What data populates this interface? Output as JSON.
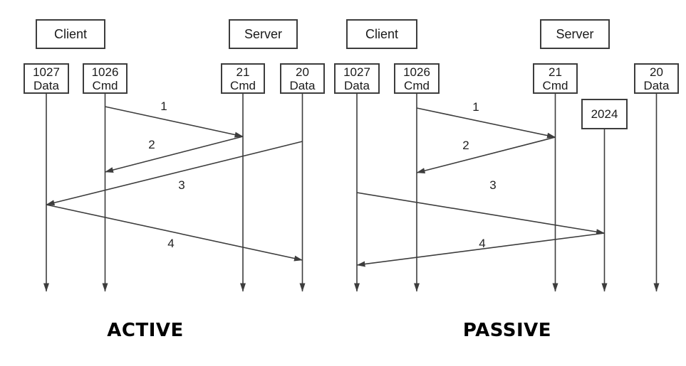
{
  "active": {
    "caption": "ACTIVE",
    "client_label": "Client",
    "server_label": "Server",
    "ports": {
      "client_data": {
        "number": "1027",
        "role": "Data"
      },
      "client_cmd": {
        "number": "1026",
        "role": "Cmd"
      },
      "server_cmd": {
        "number": "21",
        "role": "Cmd"
      },
      "server_data": {
        "number": "20",
        "role": "Data"
      }
    },
    "messages": {
      "m1": "1",
      "m2": "2",
      "m3": "3",
      "m4": "4"
    }
  },
  "passive": {
    "caption": "PASSIVE",
    "client_label": "Client",
    "server_label": "Server",
    "ports": {
      "client_data": {
        "number": "1027",
        "role": "Data"
      },
      "client_cmd": {
        "number": "1026",
        "role": "Cmd"
      },
      "server_cmd": {
        "number": "21",
        "role": "Cmd"
      },
      "server_data": {
        "number": "20",
        "role": "Data"
      },
      "passive_port": {
        "number": "2024"
      }
    },
    "messages": {
      "m1": "1",
      "m2": "2",
      "m3": "3",
      "m4": "4"
    }
  },
  "colors": {
    "line": "#3d3d3d",
    "text": "#1a1a1a",
    "background": "#ffffff"
  }
}
